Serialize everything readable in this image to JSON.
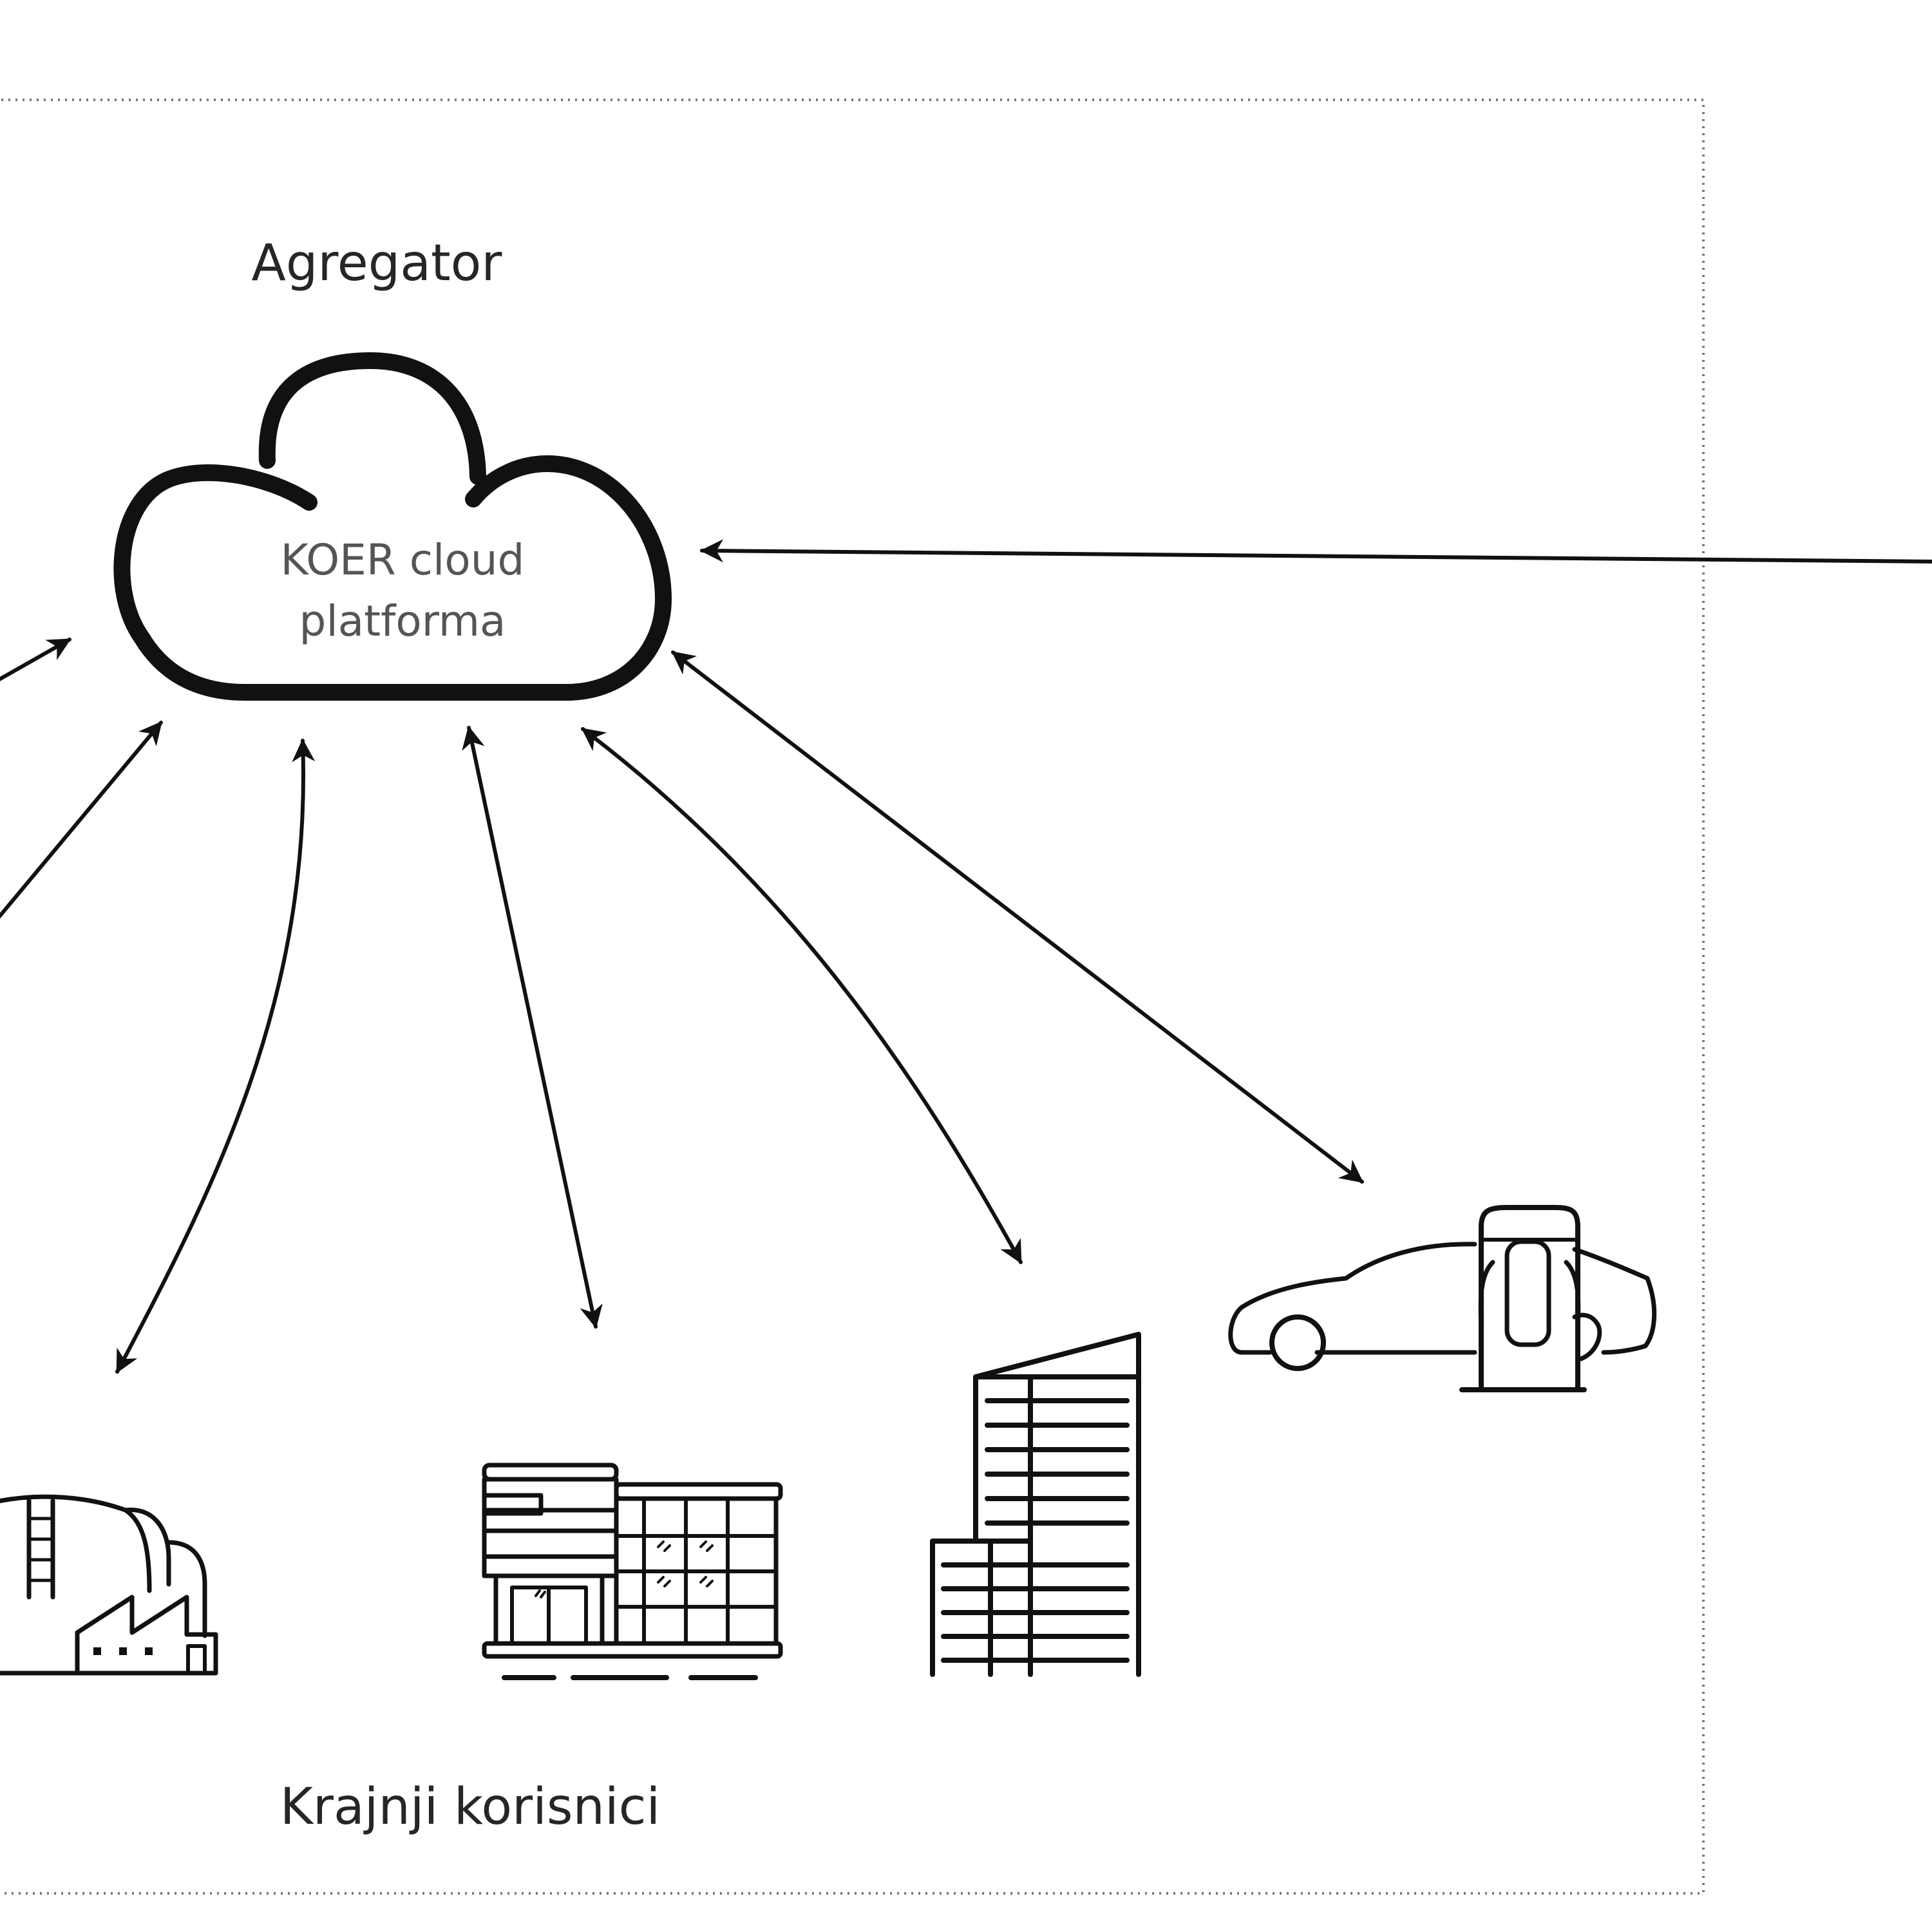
{
  "aggregator": {
    "title": "Agregator",
    "cloud_line1": "KOER cloud",
    "cloud_line2": "platforma"
  },
  "end_users": {
    "title": "Krajnji korisnici"
  },
  "icons": {
    "cloud": "cloud-icon",
    "factory": "factory-icon",
    "shopping_center": "shopping-center-icon",
    "office_tower": "office-tower-icon",
    "ev_charging": "ev-charging-car-icon"
  },
  "colors": {
    "ink": "#111111",
    "text": "#262626",
    "cloud_text": "#555555",
    "border": "#777777",
    "background": "#ffffff"
  }
}
